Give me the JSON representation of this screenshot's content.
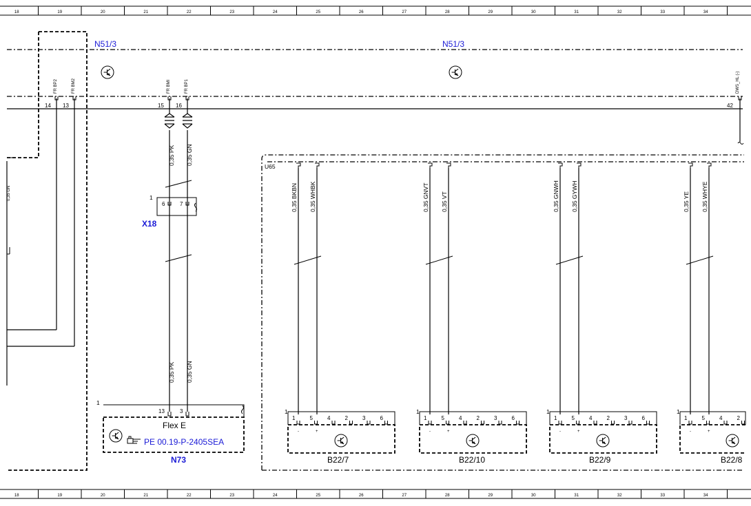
{
  "ruler": {
    "cells": [
      "18",
      "19",
      "20",
      "21",
      "22",
      "23",
      "24",
      "25",
      "26",
      "27",
      "28",
      "29",
      "30",
      "31",
      "32",
      "33",
      "34"
    ]
  },
  "modules": {
    "n51_left": "N51/3",
    "n51_right": "N51/3",
    "u65": "U65",
    "x18": "X18",
    "x18_pin1": "1",
    "n73": "N73"
  },
  "n51_pins": [
    {
      "name": "FR BP2",
      "pin": "14"
    },
    {
      "name": "FR BM2",
      "pin": "13"
    },
    {
      "name": "FR BMI",
      "pin": "15"
    },
    {
      "name": "FR BP1",
      "pin": "16"
    },
    {
      "name": "DWS_HL (-)",
      "pin": "42"
    }
  ],
  "left_cut_label": "0,35 GN",
  "wires_upper": [
    "0,35 PK",
    "0,35 GN"
  ],
  "wires_lower": [
    "0,35 PK",
    "0,35 GN"
  ],
  "x18_pins": [
    "6",
    "7"
  ],
  "flex_e": {
    "pin1": "1",
    "pins": [
      "13",
      "3"
    ],
    "title": "Flex E",
    "reference": "PE 00.19-P-2405SEA",
    "hand_icon": "pointing-hand-icon"
  },
  "sensors": [
    {
      "label": "B22/7",
      "wires": [
        "0,35 BKBN",
        "0,35 WHBK"
      ],
      "pins": [
        "1",
        "5",
        "4",
        "2",
        "3",
        "6"
      ],
      "pin1": "1"
    },
    {
      "label": "B22/10",
      "wires": [
        "0,35 GNVT",
        "0,35 VT"
      ],
      "pins": [
        "1",
        "5",
        "4",
        "2",
        "3",
        "6"
      ],
      "pin1": "1"
    },
    {
      "label": "B22/9",
      "wires": [
        "0,35 GNWH",
        "0,35 GYWH"
      ],
      "pins": [
        "1",
        "5",
        "4",
        "2",
        "3",
        "6"
      ],
      "pin1": "1"
    },
    {
      "label": "B22/8",
      "wires": [
        "0,35 YE",
        "0,35 WHYE"
      ],
      "pins": [
        "1",
        "5",
        "4",
        "2"
      ],
      "pin1": "1"
    }
  ],
  "polarity": {
    "minus": "-",
    "plus": "+"
  },
  "colors": {
    "line": "#000000",
    "reference": "#1a1ad6"
  },
  "icons": [
    "transistor-icon",
    "pointing-hand-icon",
    "connector-disconnect-icon"
  ]
}
